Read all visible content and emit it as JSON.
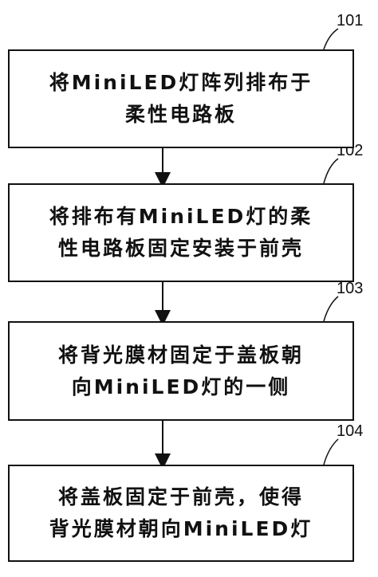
{
  "steps": [
    {
      "number": "101",
      "text": "将MiniLED灯阵列排布于\n柔性电路板"
    },
    {
      "number": "102",
      "text": "将排布有MiniLED灯的柔\n性电路板固定安装于前壳"
    },
    {
      "number": "103",
      "text": "将背光膜材固定于盖板朝\n向MiniLED灯的一侧"
    },
    {
      "number": "104",
      "text": "将盖板固定于前壳，使得\n背光膜材朝向MiniLED灯"
    }
  ]
}
